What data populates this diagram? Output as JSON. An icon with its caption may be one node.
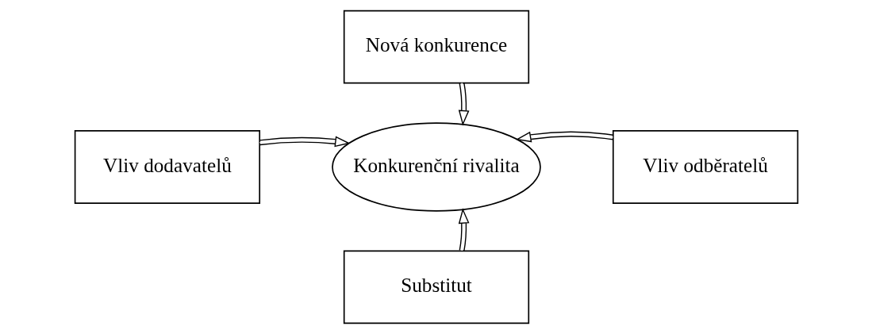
{
  "diagram": {
    "nodes": [
      {
        "text": [
          "Nová konkurence"
        ]
      },
      {
        "text": [
          "Vliv dodavatelů"
        ]
      },
      {
        "text": [
          "Konkurenční rivalita"
        ]
      },
      {
        "text": [
          "Vliv odběratelů"
        ]
      },
      {
        "text": [
          "Substitut"
        ]
      }
    ],
    "edges": [
      {
        "from": 0,
        "to": 2,
        "arrow": "to"
      },
      {
        "from": 1,
        "to": 2,
        "arrow": "to"
      },
      {
        "from": 3,
        "to": 2,
        "arrow": "to"
      },
      {
        "from": 4,
        "to": 2,
        "arrow": "to"
      }
    ]
  }
}
